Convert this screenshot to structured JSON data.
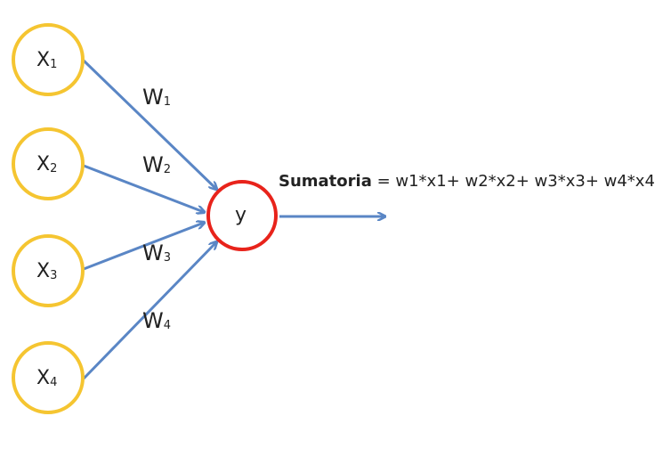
{
  "diagram": {
    "inputs": [
      {
        "name": "X",
        "sub": "1"
      },
      {
        "name": "X",
        "sub": "2"
      },
      {
        "name": "X",
        "sub": "3"
      },
      {
        "name": "X",
        "sub": "4"
      }
    ],
    "weights": [
      {
        "name": "W",
        "sub": "1"
      },
      {
        "name": "W",
        "sub": "2"
      },
      {
        "name": "W",
        "sub": "3"
      },
      {
        "name": "W",
        "sub": "4"
      }
    ],
    "output_node": "y",
    "formula": {
      "bold": "Sumatoria",
      "rest": " = w1*x1+ w2*x2+ w3*x3+ w4*x4"
    },
    "colors": {
      "input_stroke": "#f5c531",
      "output_stroke": "#e8231b",
      "edge": "#5a86c5"
    }
  }
}
